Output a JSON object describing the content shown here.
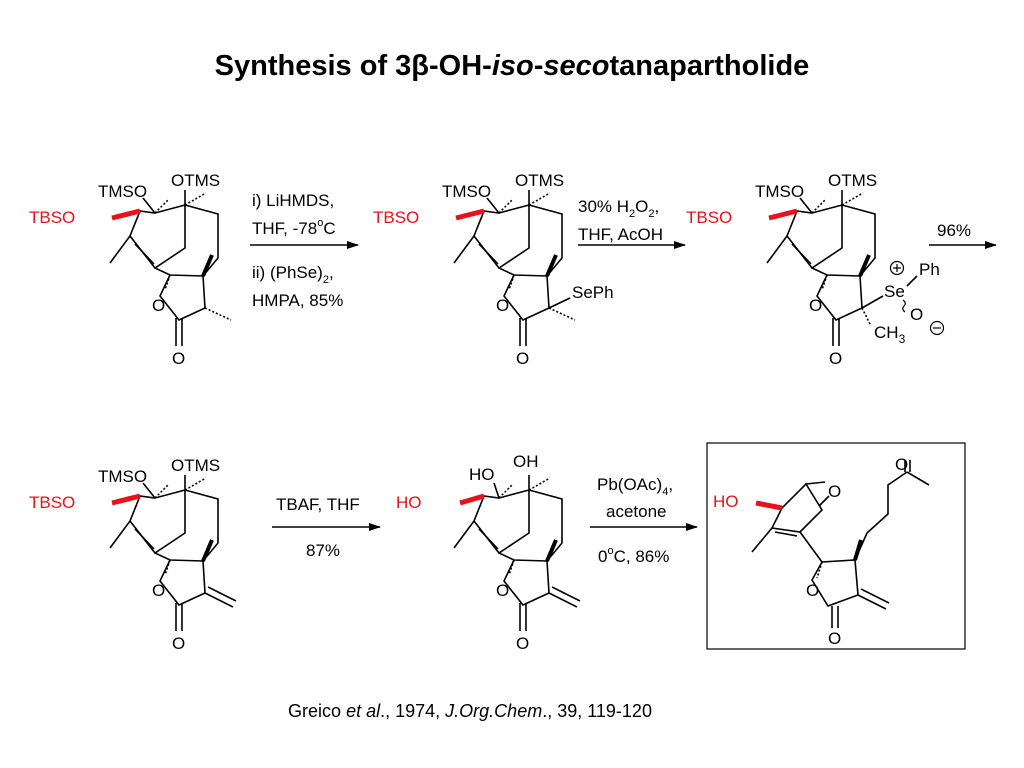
{
  "title": {
    "prefix": "Synthesis of 3",
    "beta": "β",
    "part2": "-OH-",
    "iso": "iso",
    "dash": "-",
    "seco": "seco",
    "suffix": "tanapartholide"
  },
  "labels": {
    "otms": "OTMS",
    "tmso": "TMSO",
    "tbso": "TBSO",
    "ho": "HO",
    "oh": "OH",
    "o": "O",
    "seph": "SePh",
    "se": "Se",
    "ph": "Ph",
    "ch": "CH",
    "three": "3",
    "plus": "+",
    "minus": "−"
  },
  "reagents": {
    "step1": {
      "line1": "i) LiHMDS,",
      "line2a": "THF, -78",
      "line2sup": "o",
      "line2b": "C",
      "line3a": "ii) (PhSe)",
      "line3sub": "2",
      "line3b": ",",
      "line4": "HMPA, 85%"
    },
    "step2": {
      "line1a": "30% H",
      "line1sub1": "2",
      "line1b": "O",
      "line1sub2": "2",
      "line1c": ",",
      "line2": "THF, AcOH"
    },
    "step3": {
      "line1": "96%"
    },
    "step4": {
      "line1": "TBAF, THF",
      "line2": "87%"
    },
    "step5": {
      "line1a": "Pb(OAc)",
      "line1sub": "4",
      "line1b": ",",
      "line2": "acetone",
      "line3a": "0",
      "line3sup": "o",
      "line3b": "C, 86%"
    }
  },
  "citation": {
    "author": "Greico ",
    "etal": "et al",
    "mid": "., 1974, ",
    "journal": "J.Org.Chem",
    "tail": "., 39, 119-120"
  },
  "colors": {
    "highlight": "#e8121b",
    "ink": "#000000"
  }
}
